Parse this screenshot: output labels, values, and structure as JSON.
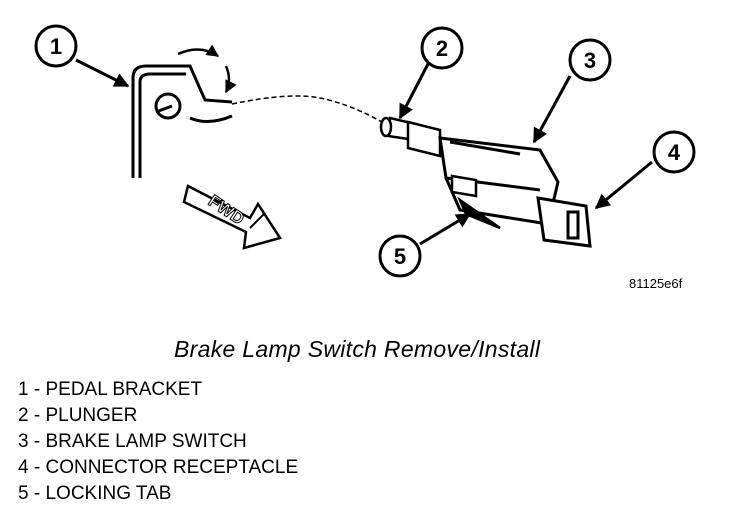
{
  "figure": {
    "code": "81125e6f",
    "caption": "Brake Lamp Switch Remove/Install",
    "fwd_label": "FWD"
  },
  "callouts": [
    "1",
    "2",
    "3",
    "4",
    "5"
  ],
  "legend": [
    {
      "num": "1",
      "sep": " - ",
      "text": "PEDAL BRACKET"
    },
    {
      "num": "2",
      "sep": " - ",
      "text": "PLUNGER"
    },
    {
      "num": "3",
      "sep": " - ",
      "text": "BRAKE LAMP SWITCH"
    },
    {
      "num": "4",
      "sep": " - ",
      "text": "CONNECTOR RECEPTACLE"
    },
    {
      "num": "5",
      "sep": " - ",
      "text": "LOCKING TAB"
    }
  ]
}
